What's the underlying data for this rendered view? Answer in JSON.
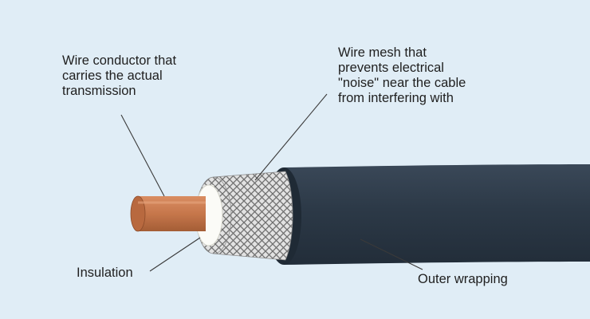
{
  "labels": {
    "conductor": [
      "Wire conductor that",
      "carries the actual",
      "transmission"
    ],
    "mesh": [
      "Wire mesh that",
      "prevents electrical",
      "\"noise\" near the cable",
      "from interfering with"
    ],
    "insulation": [
      "Insulation"
    ],
    "outer": [
      "Outer wrapping"
    ]
  },
  "colors": {
    "background": "#e0edf6",
    "conductor": "#c8784c",
    "insulation": "#fbfbf7",
    "mesh": "#dcdcdc",
    "outer_wrapping": "#2d3a48",
    "leader_line": "#3a3a3a"
  }
}
